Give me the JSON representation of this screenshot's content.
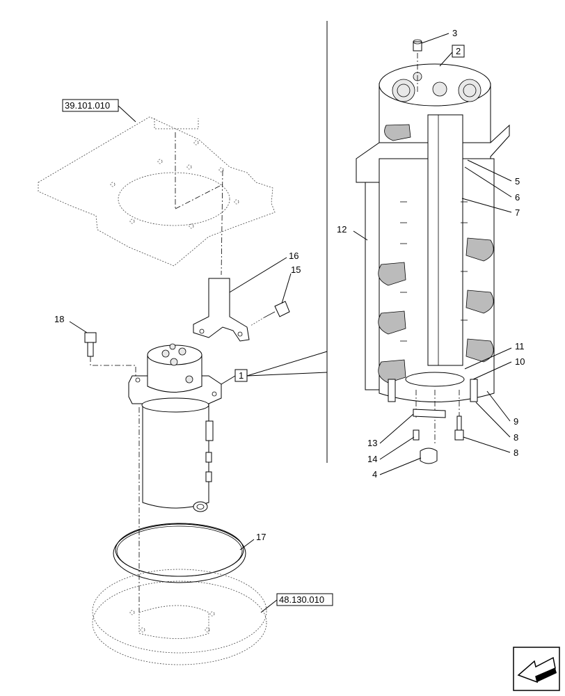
{
  "references": {
    "ref_top": "39.101.010",
    "ref_bottom": "48.130.010",
    "box_1": "1",
    "box_2": "2"
  },
  "callouts": {
    "c3": "3",
    "c4": "4",
    "c5": "5",
    "c6": "6",
    "c7": "7",
    "c8a": "8",
    "c8b": "8",
    "c9": "9",
    "c10": "10",
    "c11": "11",
    "c12": "12",
    "c13": "13",
    "c14": "14",
    "c15": "15",
    "c16": "16",
    "c17": "17",
    "c18": "18"
  },
  "icons": {
    "nav": "arrow-back-icon"
  }
}
